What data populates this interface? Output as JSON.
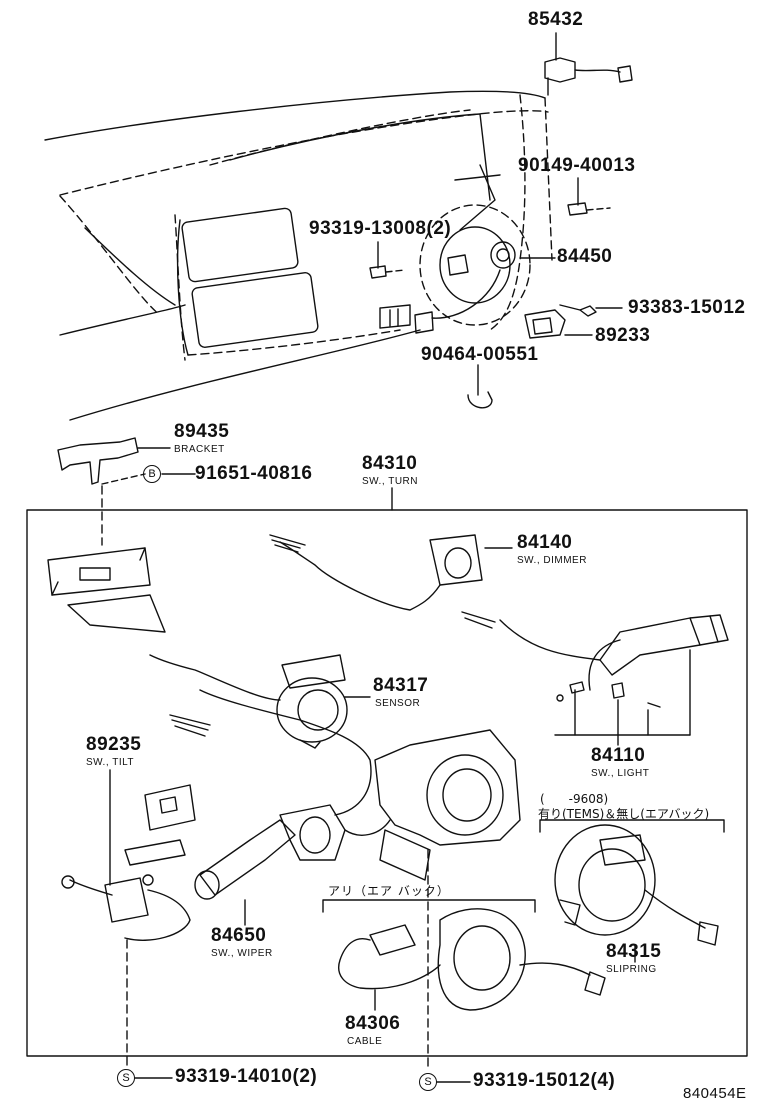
{
  "diagram_id": "840454E",
  "parts": {
    "p85432": {
      "number": "85432"
    },
    "p90149": {
      "number": "90149-40013"
    },
    "p93319a": {
      "number": "93319-13008(2)"
    },
    "p84450": {
      "number": "84450"
    },
    "p93383": {
      "number": "93383-15012"
    },
    "p89233": {
      "number": "89233"
    },
    "p90464": {
      "number": "90464-00551"
    },
    "p89435": {
      "number": "89435",
      "label": "BRACKET"
    },
    "p91651": {
      "number": "91651-40816",
      "marker": "B"
    },
    "p84310": {
      "number": "84310",
      "label": "SW., TURN"
    },
    "p84140": {
      "number": "84140",
      "label": "SW., DIMMER"
    },
    "p84317": {
      "number": "84317",
      "label": "SENSOR"
    },
    "p84110": {
      "number": "84110",
      "label": "SW., LIGHT"
    },
    "p89235": {
      "number": "89235",
      "label": "SW., TILT"
    },
    "p84650": {
      "number": "84650",
      "label": "SW., WIPER"
    },
    "p84306": {
      "number": "84306",
      "label": "CABLE"
    },
    "p84315": {
      "number": "84315",
      "label": "SLIPRING"
    },
    "p93319b": {
      "number": "93319-14010(2)",
      "marker": "S"
    },
    "p93319c": {
      "number": "93319-15012(4)",
      "marker": "S"
    }
  },
  "notes": {
    "date_range": "(　　-9608)",
    "with_tems_no_airbag": "有り(TEMS)＆無し(エアバック)",
    "with_airbag": "アリ（エア バック）"
  }
}
